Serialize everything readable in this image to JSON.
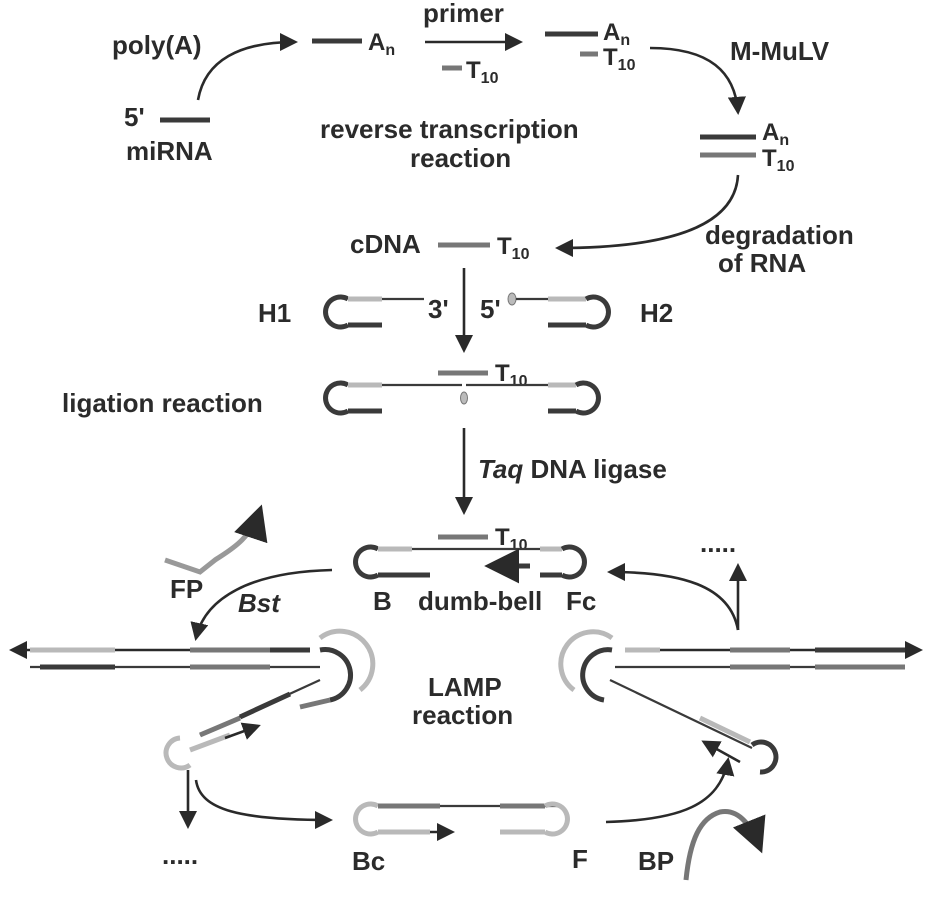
{
  "colors": {
    "dark_strand": "#3a3a3a",
    "mid_strand": "#777777",
    "light_strand": "#b9b9b9",
    "arrow": "#2a2a2a",
    "text": "#2b2b2b"
  },
  "labels": {
    "poly_a": "poly(A)",
    "five_prime_top": "5'",
    "mirna": "miRNA",
    "primer": "primer",
    "a_n": "A",
    "n_sub": "n",
    "t": "T",
    "ten_sub": "10",
    "m_mulv": "M-MuLV",
    "rt_line1": "reverse transcription",
    "rt_line2": "reaction",
    "degradation_line1": "degradation",
    "degradation_line2": "of RNA",
    "cdna": "cDNA",
    "h1": "H1",
    "h2": "H2",
    "three_prime": "3'",
    "five_prime": "5'",
    "ligation": "ligation reaction",
    "taq": "Taq",
    "dna_ligase": " DNA ligase",
    "fp": "FP",
    "bst": "Bst",
    "b": "B",
    "dumbbell": "dumb-bell",
    "fc": "Fc",
    "lamp_line1": "LAMP",
    "lamp_line2": "reaction",
    "bc": "Bc",
    "f": "F",
    "bp": "BP",
    "dots": "....."
  }
}
